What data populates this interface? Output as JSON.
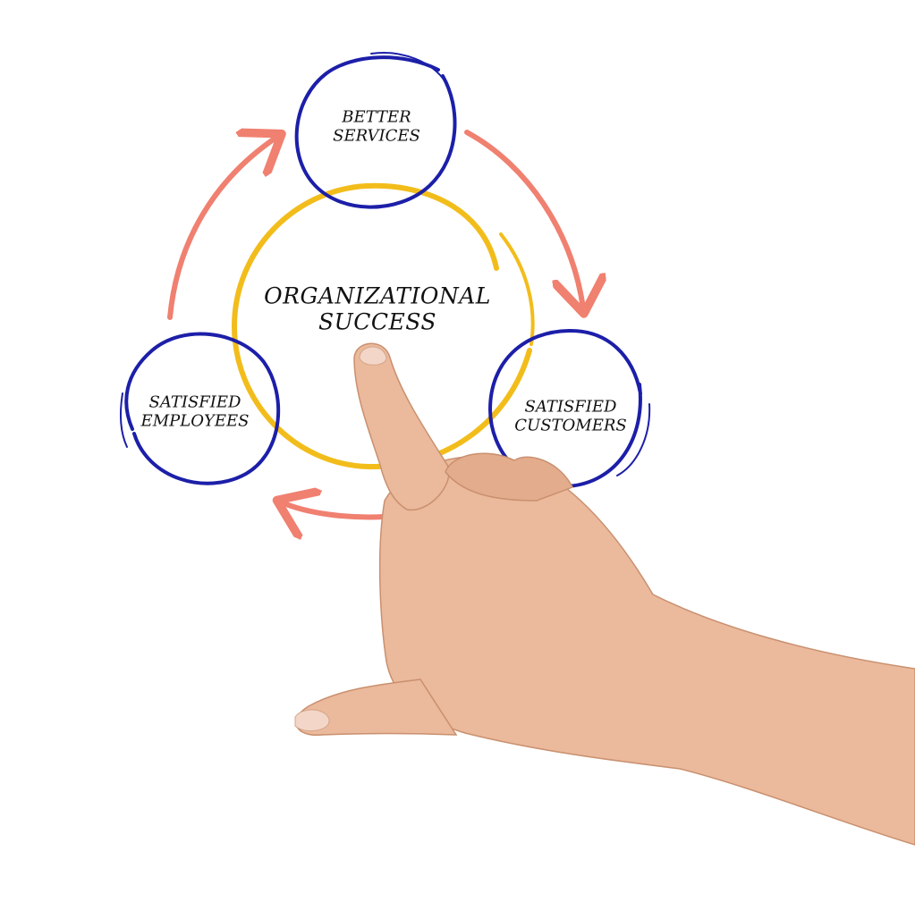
{
  "diagram": {
    "center": {
      "lines": [
        "ORGANIZATIONAL",
        "SUCCESS"
      ]
    },
    "nodes": [
      {
        "id": "better-services",
        "lines": [
          "BETTER",
          "SERVICES"
        ]
      },
      {
        "id": "satisfied-customers",
        "lines": [
          "SATISFIED",
          "CUSTOMERS"
        ]
      },
      {
        "id": "satisfied-employees",
        "lines": [
          "SATISFIED",
          "EMPLOYEES"
        ]
      }
    ],
    "cycle_direction": "clockwise",
    "colors": {
      "node_circle": "#1c1fa8",
      "center_circle": "#f2bd1b",
      "arrow": "#f08070",
      "skin": "#ebb99b",
      "text": "#111111"
    }
  }
}
